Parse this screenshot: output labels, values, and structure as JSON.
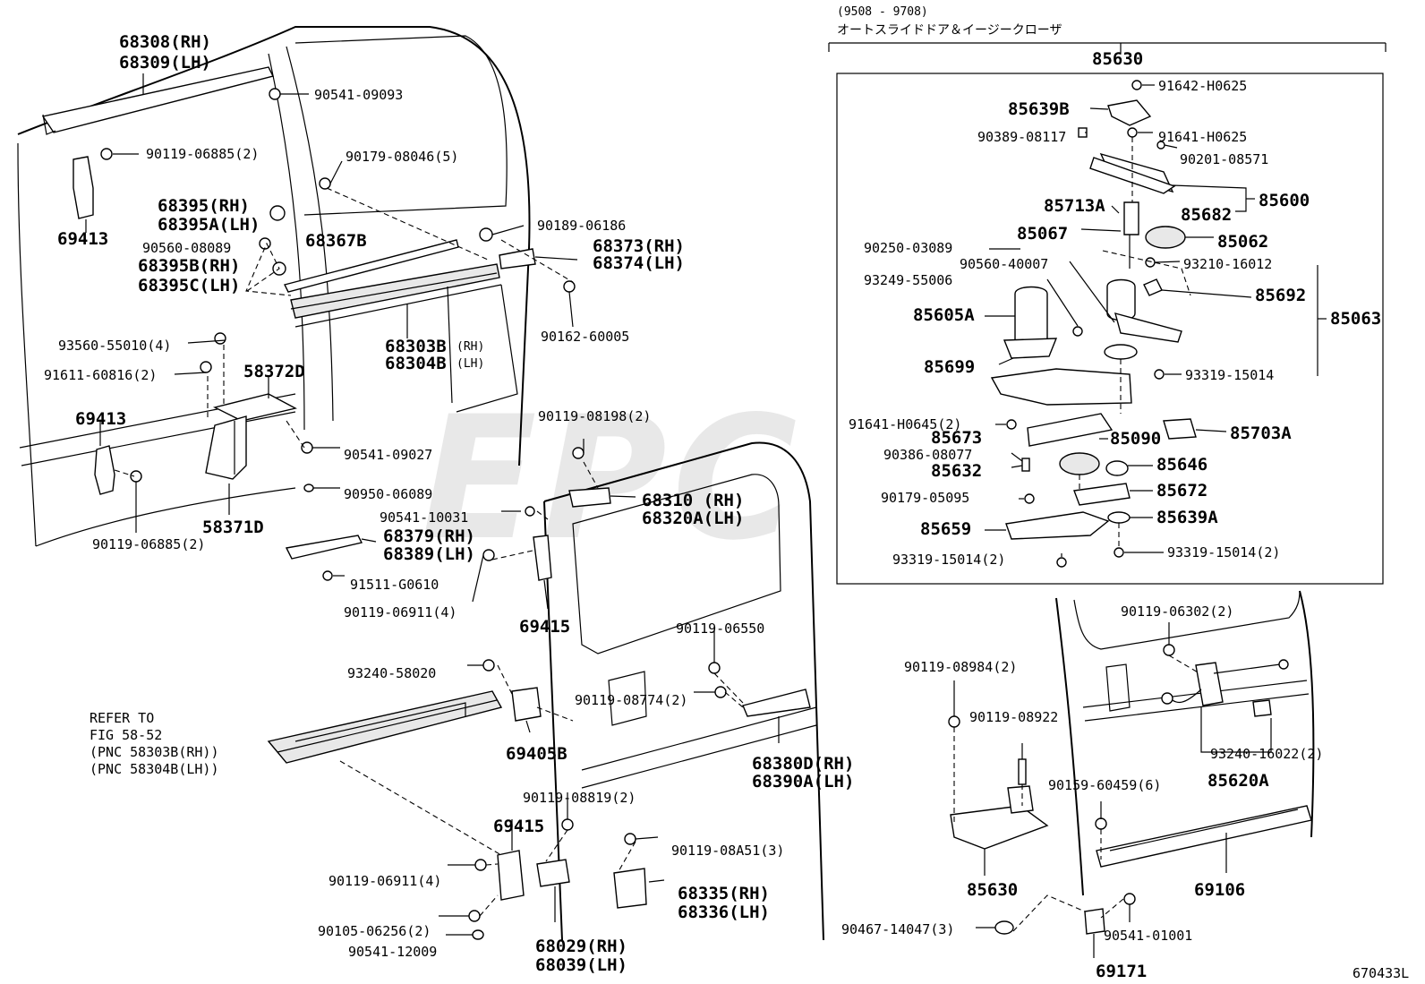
{
  "diagram": {
    "watermark": "EPC",
    "figure_code": "670433L",
    "inset": {
      "date_range": "(9508 - 9708)",
      "caption": "オートスライドドア＆イージークローザ",
      "assembly": "85630"
    },
    "refer": {
      "line1": "REFER TO",
      "line2": "FIG 58-52",
      "line3": "(PNC 58303B(RH))",
      "line4": "(PNC 58304B(LH))"
    },
    "labels": {
      "l68308": "68308(RH)",
      "l68309": "68309(LH)",
      "l90541_09093": "90541-09093",
      "l90119_06885a": "90119-06885(2)",
      "l90179_08046": "90179-08046(5)",
      "l69413a": "69413",
      "l68395": "68395(RH)",
      "l68395A": "68395A(LH)",
      "l90560_08089": "90560-08089",
      "l68395B": "68395B(RH)",
      "l68395C": "68395C(LH)",
      "l68367B": "68367B",
      "l90189_06186": "90189-06186",
      "l68373": "68373(RH)",
      "l68374": "68374(LH)",
      "l90162_60005": "90162-60005",
      "l68303B": "68303B",
      "l68303B_s": "(RH)",
      "l68304B": "68304B",
      "l68304B_s": "(LH)",
      "l93560_55010": "93560-55010(4)",
      "l91611_60816": "91611-60816(2)",
      "l58372D": "58372D",
      "l69413b": "69413",
      "l90541_09027": "90541-09027",
      "l90950_06089": "90950-06089",
      "l58371D": "58371D",
      "l90119_06885b": "90119-06885(2)",
      "l90119_08198": "90119-08198(2)",
      "l68310": "68310 (RH)",
      "l68320A": "68320A(LH)",
      "l90541_10031": "90541-10031",
      "l68379": "68379(RH)",
      "l68389": "68389(LH)",
      "l91511_G0610": "91511-G0610",
      "l90119_06911a": "90119-06911(4)",
      "l69415a": "69415",
      "l90119_06550": "90119-06550",
      "l93240_58020": "93240-58020",
      "l90119_08774": "90119-08774(2)",
      "l69405B": "69405B",
      "l68380D": "68380D(RH)",
      "l68390A": "68390A(LH)",
      "l90119_08819": "90119-08819(2)",
      "l69415b": "69415",
      "l90119_08A51": "90119-08A51(3)",
      "l90119_06911b": "90119-06911(4)",
      "l68335": "68335(RH)",
      "l68336": "68336(LH)",
      "l90105_06256": "90105-06256(2)",
      "l68029": "68029(RH)",
      "l68039": "68039(LH)",
      "l90541_12009": "90541-12009",
      "i91642_H0625": "91642-H0625",
      "i85639B": "85639B",
      "i90389_08117": "90389-08117",
      "i91641_H0625": "91641-H0625",
      "i90201_08571": "90201-08571",
      "i85713A": "85713A",
      "i85600": "85600",
      "i85682": "85682",
      "i85067": "85067",
      "i85062": "85062",
      "i90250_03089": "90250-03089",
      "i90560_40007": "90560-40007",
      "i93210_16012": "93210-16012",
      "i93249_55006": "93249-55006",
      "i85692": "85692",
      "i85063": "85063",
      "i85605A": "85605A",
      "i85699": "85699",
      "i93319_15014a": "93319-15014",
      "i91641_H0645": "91641-H0645(2)",
      "i85090": "85090",
      "i85703A": "85703A",
      "i90386_08077": "90386-08077",
      "i85673": "85673",
      "i85632": "85632",
      "i85646": "85646",
      "i90179_05095": "90179-05095",
      "i85672": "85672",
      "i85659": "85659",
      "i85639A": "85639A",
      "i93319_15014b": "93319-15014(2)",
      "i93319_15014c": "93319-15014(2)",
      "r90119_06302": "90119-06302(2)",
      "r90119_08984": "90119-08984(2)",
      "r90119_08922": "90119-08922",
      "r93240_16022": "93240-16022(2)",
      "r85620A": "85620A",
      "r90159_60459": "90159-60459(6)",
      "r85630": "85630",
      "r69106": "69106",
      "r90467_14047": "90467-14047(3)",
      "r90541_01001": "90541-01001",
      "r69171": "69171"
    }
  }
}
